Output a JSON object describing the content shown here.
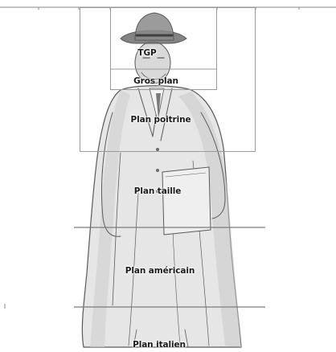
{
  "diagram": {
    "labels": {
      "tgp": "TGP",
      "gros_plan": "Gros plan",
      "plan_poitrine": "Plan poitrine",
      "plan_taille": "Plan taille",
      "plan_americain": "Plan américain",
      "plan_italien": "Plan italien"
    },
    "colors": {
      "frame_line": "#9a9a9a",
      "cut_line": "#7c7c7c",
      "sketch_stroke": "#5a5a5a",
      "coat_fill": "#d9d9d9",
      "label_text": "#1b1b1b"
    }
  }
}
